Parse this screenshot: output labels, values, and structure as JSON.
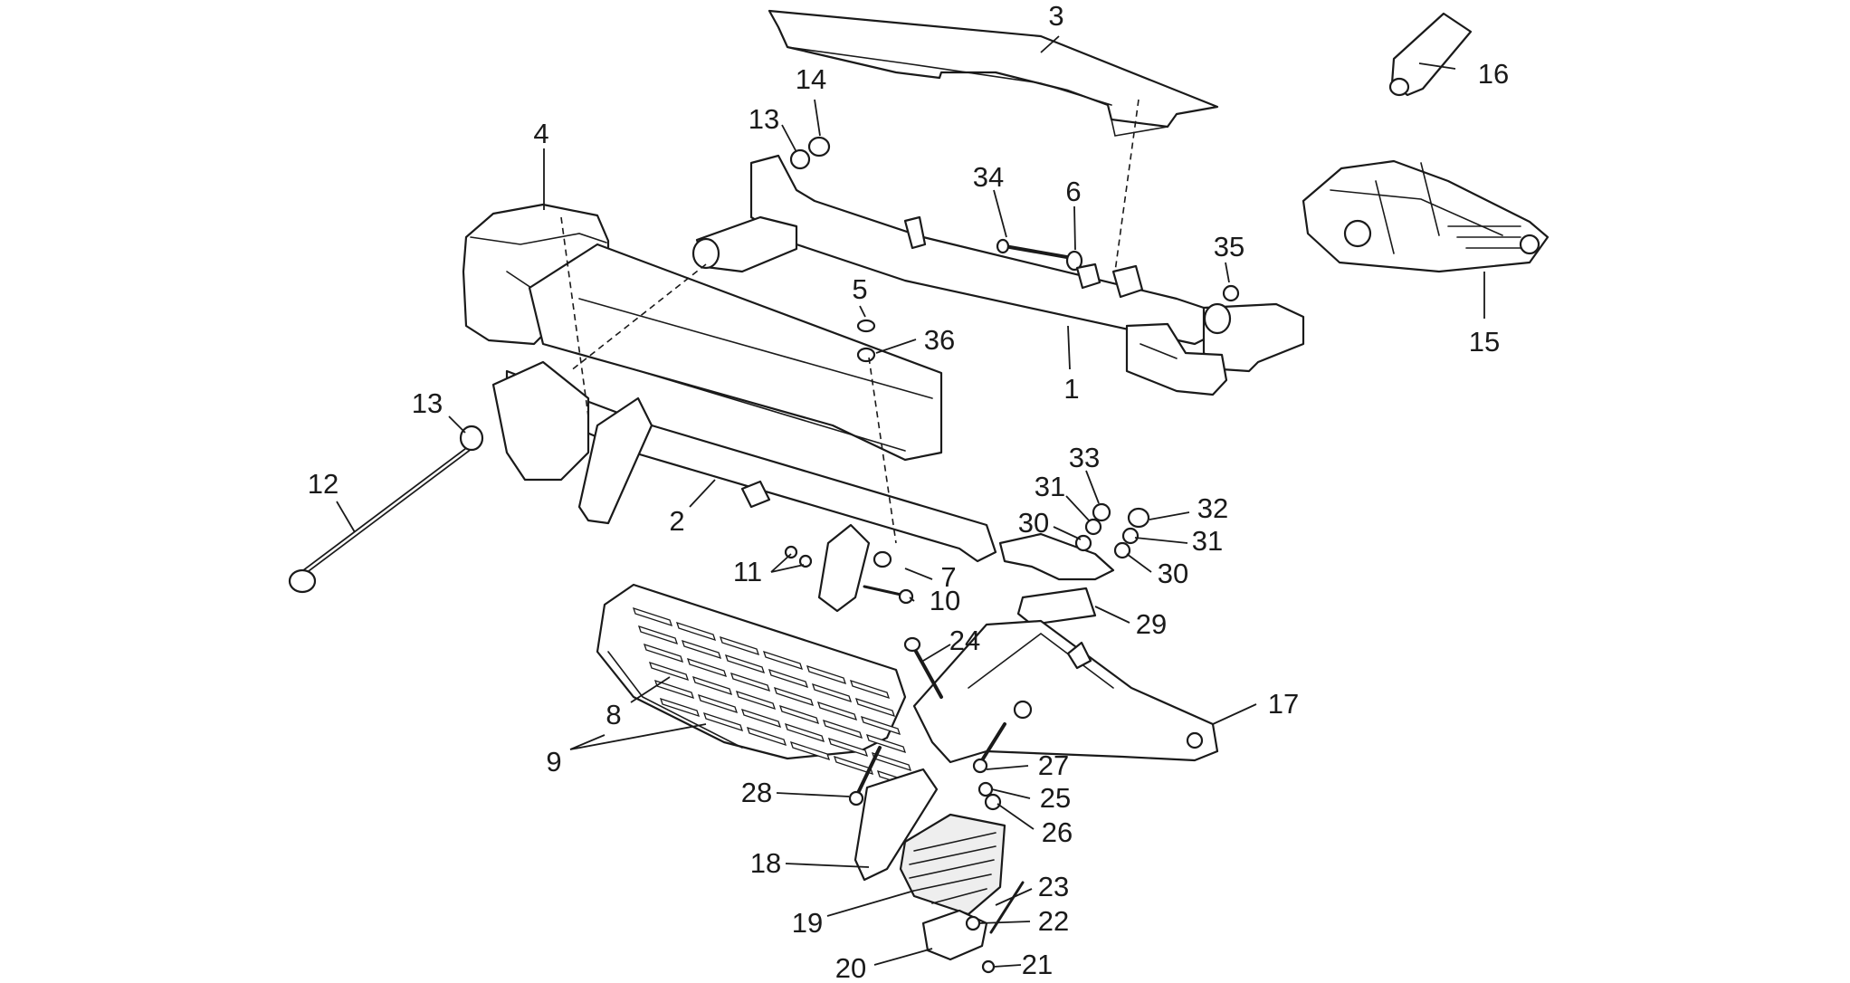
{
  "diagram": {
    "callouts": {
      "c1": "1",
      "c2": "2",
      "c3": "3",
      "c4": "4",
      "c5": "5",
      "c6": "6",
      "c7": "7",
      "c8": "8",
      "c9": "9",
      "c10": "10",
      "c11": "11",
      "c12": "12",
      "c13a": "13",
      "c13b": "13",
      "c14": "14",
      "c15": "15",
      "c16": "16",
      "c17": "17",
      "c18": "18",
      "c19": "19",
      "c20": "20",
      "c21": "21",
      "c22": "22",
      "c23": "23",
      "c24": "24",
      "c25": "25",
      "c26": "26",
      "c27": "27",
      "c28": "28",
      "c29": "29",
      "c30a": "30",
      "c30b": "30",
      "c31a": "31",
      "c31b": "31",
      "c32": "32",
      "c33": "33",
      "c34": "34",
      "c35": "35",
      "c36": "36"
    }
  }
}
